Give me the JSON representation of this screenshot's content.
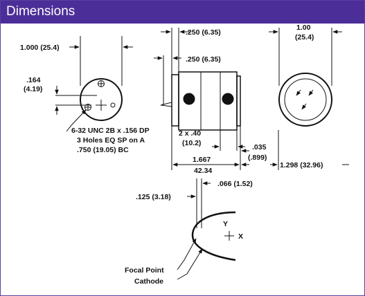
{
  "header": {
    "title": "Dimensions"
  },
  "front_view": {
    "diameter": "1.000 (25.4)",
    "offset_inch": ".164",
    "offset_mm": "(4.19)",
    "holes_line1": "6-32 UNC 2B x .156 DP",
    "holes_line2": "3 Holes EQ SP on A",
    "holes_line3": ".750 (19.05) BC"
  },
  "side_view": {
    "top_dim_1": ".250 (6.35)",
    "top_dim_2": ".250 (6.35)",
    "holes_inch": "2 x .40",
    "holes_mm": "(10.2)",
    "flange_inch": ".035",
    "flange_mm": "(.899)",
    "length_inch": "1.667",
    "length_mm": "42.34",
    "right_dim": "1.298 (32.96)"
  },
  "rear_view": {
    "diameter_inch": "1.00",
    "diameter_mm": "(25.4)"
  },
  "cathode_view": {
    "dim_left": ".125 (3.18)",
    "dim_right": ".066 (1.52)",
    "axis_y": "Y",
    "axis_x": "X",
    "label_focal": "Focal Point",
    "label_cathode": "Cathode"
  },
  "colors": {
    "header": "#4b2e98",
    "ink": "#111111"
  }
}
